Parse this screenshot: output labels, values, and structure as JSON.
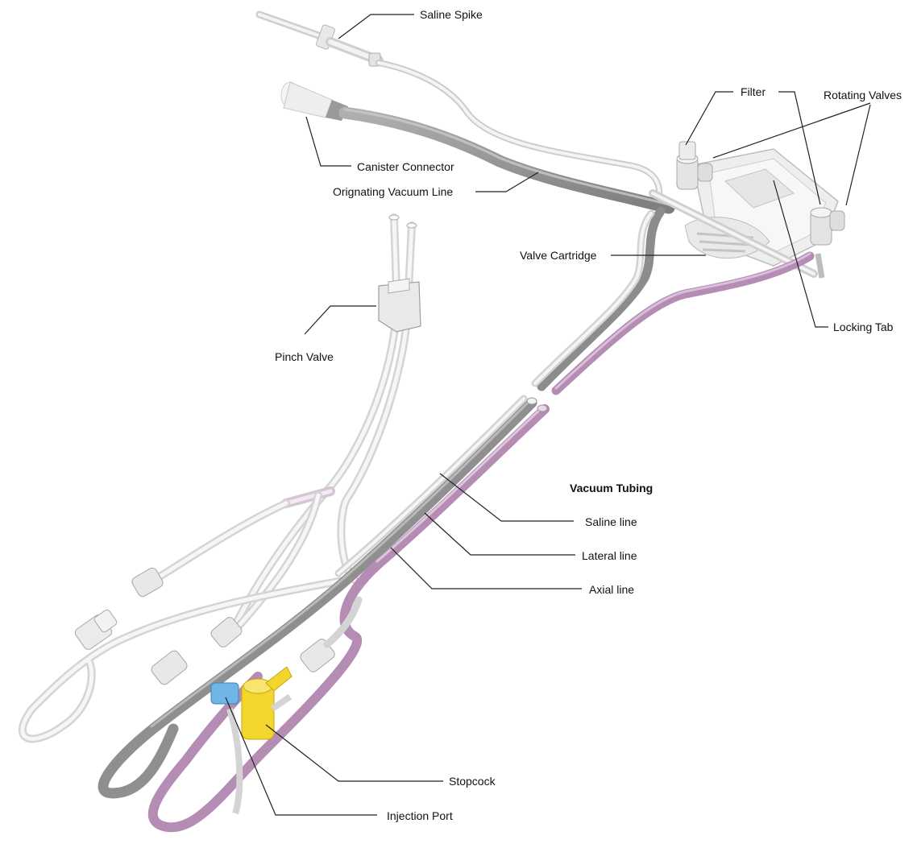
{
  "colors": {
    "saline_tube": "#d6d6d6",
    "vacuum_tube": "#8e8e8e",
    "axial_tube": "#b48cb4",
    "stopcock": "#f2d62e",
    "injection_port": "#6fb6e6",
    "leader": "#222222"
  },
  "labels": {
    "saline_spike": "Saline Spike",
    "canister_connector": "Canister Connector",
    "originating_vacuum_line": "Orignating Vacuum Line",
    "filter": "Filter",
    "rotating_valves": "Rotating Valves",
    "valve_cartridge": "Valve Cartridge",
    "locking_tab": "Locking Tab",
    "pinch_valve": "Pinch Valve",
    "vacuum_tubing": "Vacuum Tubing",
    "saline_line": "Saline line",
    "lateral_line": "Lateral line",
    "axial_line": "Axial line",
    "stopcock": "Stopcock",
    "injection_port": "Injection Port"
  }
}
